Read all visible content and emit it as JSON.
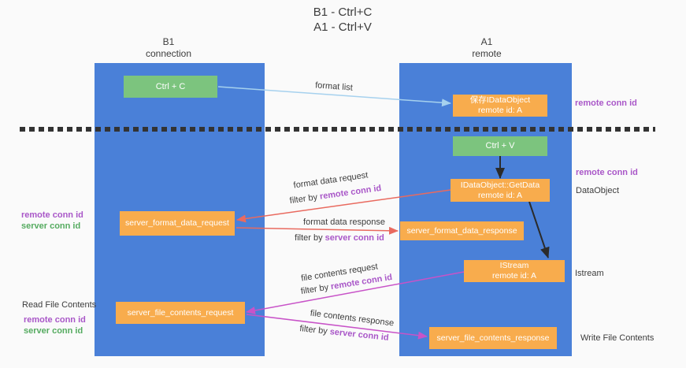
{
  "title": {
    "line1": "B1 - Ctrl+C",
    "line2": "A1 - Ctrl+V"
  },
  "lanes": {
    "b1": {
      "name": "B1",
      "subtitle": "connection"
    },
    "a1": {
      "name": "A1",
      "subtitle": "remote"
    }
  },
  "nodes": {
    "ctrl_c": {
      "label": "Ctrl + C"
    },
    "ctrl_v": {
      "label": "Ctrl + V"
    },
    "save_idataobject": {
      "line1": "保存IDataObject",
      "line2": "remote id: A"
    },
    "getdata": {
      "line1": "IDataObject::GetData",
      "line2": "remote id: A"
    },
    "istream": {
      "line1": "IStream",
      "line2": "remote id: A"
    },
    "server_format_data_request": {
      "label": "server_format_data_request"
    },
    "server_format_data_response": {
      "label": "server_format_data_response"
    },
    "server_file_contents_request": {
      "label": "server_file_contents_request"
    },
    "server_file_contents_response": {
      "label": "server_file_contents_response"
    }
  },
  "edges": {
    "format_list": {
      "label": "format list"
    },
    "format_data_request": {
      "label": "format data request",
      "filter_prefix": "filter by ",
      "filter_value": "remote conn id"
    },
    "format_data_response": {
      "label": "format data response",
      "filter_prefix": "filter by ",
      "filter_value": "server conn id"
    },
    "file_contents_request": {
      "label": "file contents request",
      "filter_prefix": "filter by ",
      "filter_value": "remote conn id"
    },
    "file_contents_response": {
      "label": "file contents response",
      "filter_prefix": "filter by ",
      "filter_value": "server conn id"
    }
  },
  "annotations": {
    "right_remote_conn_id_1": "remote conn id",
    "right_remote_conn_id_2": "remote conn id",
    "dataobject": "DataObject",
    "istream": "Istream",
    "write_file_contents": "Write File Contents",
    "left_remote_conn_id_1": "remote conn id",
    "left_server_conn_id_1": "server conn id",
    "read_file_contents": "Read File Contents",
    "left_remote_conn_id_2": "remote conn id",
    "left_server_conn_id_2": "server conn id"
  },
  "colors": {
    "canvas-bg": "#fafafa",
    "lane-blue": "#4a80d8",
    "node-orange": "#f8ac4d",
    "node-green": "#7cc47e",
    "text-dark": "#3c3c3c",
    "purple": "#a957c8",
    "green-text": "#55ab60",
    "arrow-red": "#e96a5f",
    "arrow-magenta": "#c853c8",
    "arrow-blue": "#a6d1ee",
    "arrow-black": "#2b2b2b"
  }
}
